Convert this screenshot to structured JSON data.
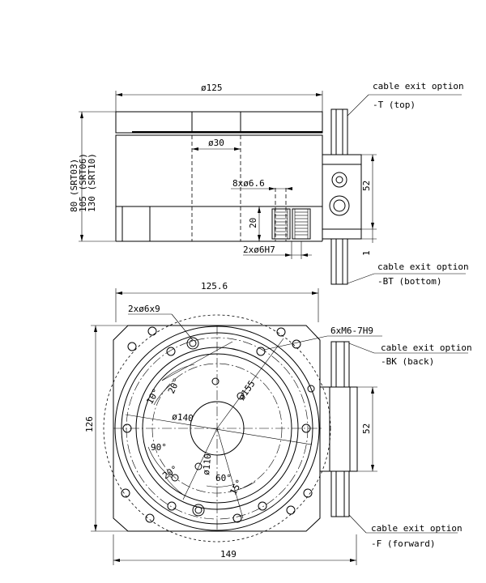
{
  "side_view": {
    "dim_top_diameter": "ø125",
    "dim_bore": "ø30",
    "dim_holes_top": "8xø6.6",
    "dim_20": "20",
    "dim_pins": "2xø6H7",
    "dim_height_srt03": "80 (SRT03)",
    "dim_height_srt06": "105 (SRT06)",
    "dim_height_srt10": "130 (SRT10)",
    "dim_52": "52",
    "dim_1": "1"
  },
  "top_view": {
    "dim_width_top": "125.6",
    "dim_holes_pins": "2xø6x9",
    "dim_threads": "6xM6-7H9",
    "dim_width_bottom": "149",
    "dim_height": "126",
    "dim_52": "52",
    "dim_d155": "ø155",
    "dim_d140": "ø140",
    "dim_d110": "ø110",
    "angle_10": "10°",
    "angle_20_top": "20°",
    "angle_90": "90°",
    "angle_20_bottom": "20°",
    "angle_60": "60°",
    "angle_15": "15°"
  },
  "callouts": [
    {
      "title": "cable exit option",
      "option": "-T (top)"
    },
    {
      "title": "cable exit option",
      "option": "-BT (bottom)"
    },
    {
      "title": "cable exit option",
      "option": "-BK (back)"
    },
    {
      "title": "cable exit option",
      "option": "-F (forward)"
    }
  ]
}
